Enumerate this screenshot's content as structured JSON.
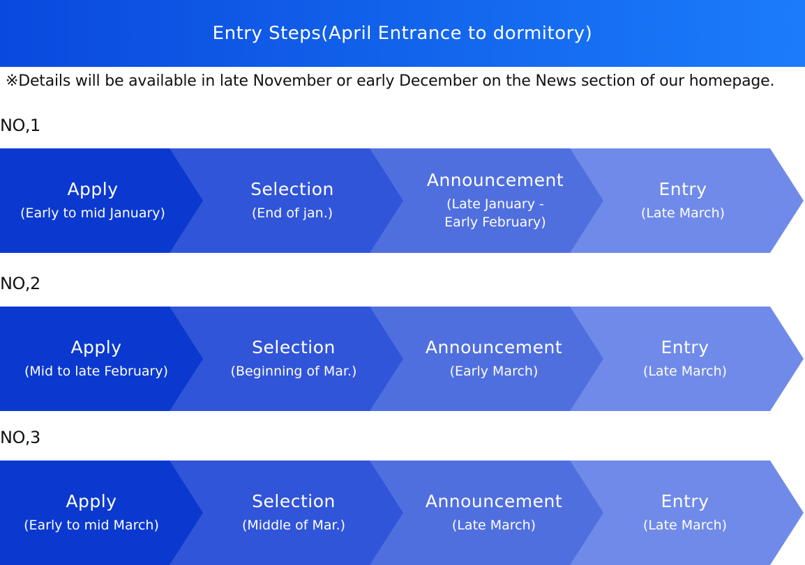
{
  "header": {
    "title": "Entry Steps(April Entrance to dormitory)"
  },
  "note": "※Details will be available in late November or early December on the News section of our homepage.",
  "colors": [
    "#0b39cf",
    "#3155d8",
    "#506fdf",
    "#6f8ae8"
  ],
  "flows": [
    {
      "label": "NO,1",
      "steps": [
        {
          "title": "Apply",
          "sub": "(Early to mid January)"
        },
        {
          "title": "Selection",
          "sub": "(End of jan.)"
        },
        {
          "title": "Announcement",
          "sub": "(Late January -\nEarly February)"
        },
        {
          "title": "Entry",
          "sub": "(Late March)"
        }
      ]
    },
    {
      "label": "NO,2",
      "steps": [
        {
          "title": "Apply",
          "sub": "(Mid to late February)"
        },
        {
          "title": "Selection",
          "sub": "(Beginning of Mar.)"
        },
        {
          "title": "Announcement",
          "sub": "(Early March)"
        },
        {
          "title": "Entry",
          "sub": "(Late March)"
        }
      ]
    },
    {
      "label": "NO,3",
      "steps": [
        {
          "title": "Apply",
          "sub": "(Early to mid March)"
        },
        {
          "title": "Selection",
          "sub": "(Middle of Mar.)"
        },
        {
          "title": "Announcement",
          "sub": "(Late March)"
        },
        {
          "title": "Entry",
          "sub": "(Late March)"
        }
      ]
    }
  ]
}
